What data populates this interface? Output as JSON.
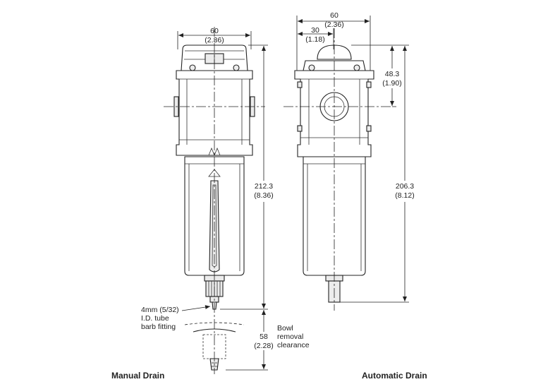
{
  "manual_drain": {
    "caption": "Manual Drain",
    "width_mm": "60",
    "width_in": "(2.36)",
    "height_mm": "212.3",
    "height_in": "(8.36)",
    "clearance_mm": "58",
    "clearance_in": "(2.28)",
    "fitting_line1": "4mm (5/32)",
    "fitting_line2": "I.D. tube",
    "fitting_line3": "barb fitting",
    "bowl_line1": "Bowl",
    "bowl_line2": "removal",
    "bowl_line3": "clearance"
  },
  "automatic_drain": {
    "caption": "Automatic Drain",
    "width_mm": "60",
    "width_in": "(2.36)",
    "half_width_mm": "30",
    "half_width_in": "(1.18)",
    "port_height_mm": "48.3",
    "port_height_in": "(1.90)",
    "height_mm": "206.3",
    "height_in": "(8.12)"
  }
}
